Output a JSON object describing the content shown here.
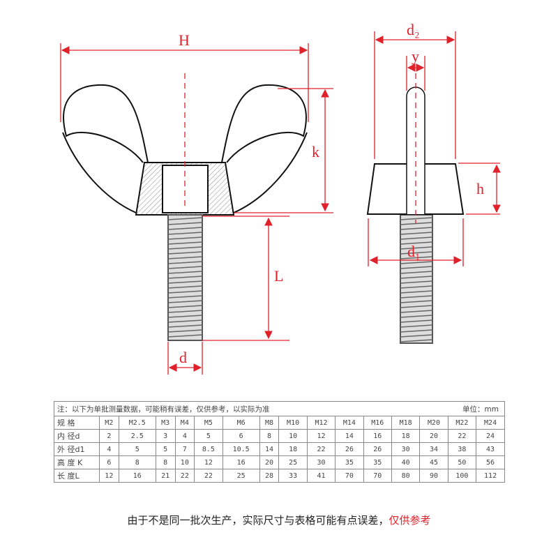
{
  "diagram_labels": {
    "H": "H",
    "k": "k",
    "L": "L",
    "d": "d",
    "d2": "d₂",
    "y": "y",
    "h": "h",
    "d1": "d₁"
  },
  "colors": {
    "dimension": "#e0202a",
    "outline": "#111111"
  },
  "table": {
    "note": "注：以下为单批测量数据，可能稍有误差，仅供参考，以实际为准",
    "unit": "单位：mm",
    "rows": [
      {
        "label": "规 格",
        "values": [
          "M2",
          "M2.5",
          "M3",
          "M4",
          "M5",
          "M6",
          "M8",
          "M10",
          "M12",
          "M14",
          "M16",
          "M18",
          "M20",
          "M22",
          "M24"
        ]
      },
      {
        "label": "内 径d",
        "values": [
          "2",
          "2.5",
          "3",
          "4",
          "5",
          "6",
          "8",
          "10",
          "12",
          "14",
          "16",
          "18",
          "20",
          "22",
          "24"
        ]
      },
      {
        "label": "外 径d1",
        "values": [
          "4",
          "5",
          "5",
          "7",
          "8.5",
          "10.5",
          "14",
          "18",
          "22",
          "26",
          "26",
          "30",
          "34",
          "38",
          "43"
        ]
      },
      {
        "label": "高 度 K",
        "values": [
          "6",
          "8",
          "8",
          "10",
          "12",
          "16",
          "20",
          "25",
          "30",
          "35",
          "35",
          "40",
          "45",
          "50",
          "56"
        ]
      },
      {
        "label": "长 度L",
        "values": [
          "12",
          "16",
          "21",
          "22",
          "22",
          "25",
          "28",
          "33",
          "41",
          "70",
          "70",
          "80",
          "90",
          "100",
          "112"
        ]
      }
    ]
  },
  "footer": {
    "text": "由于不是同一批次生产，实际尺寸与表格可能有点误差，",
    "highlight": "仅供参考"
  }
}
